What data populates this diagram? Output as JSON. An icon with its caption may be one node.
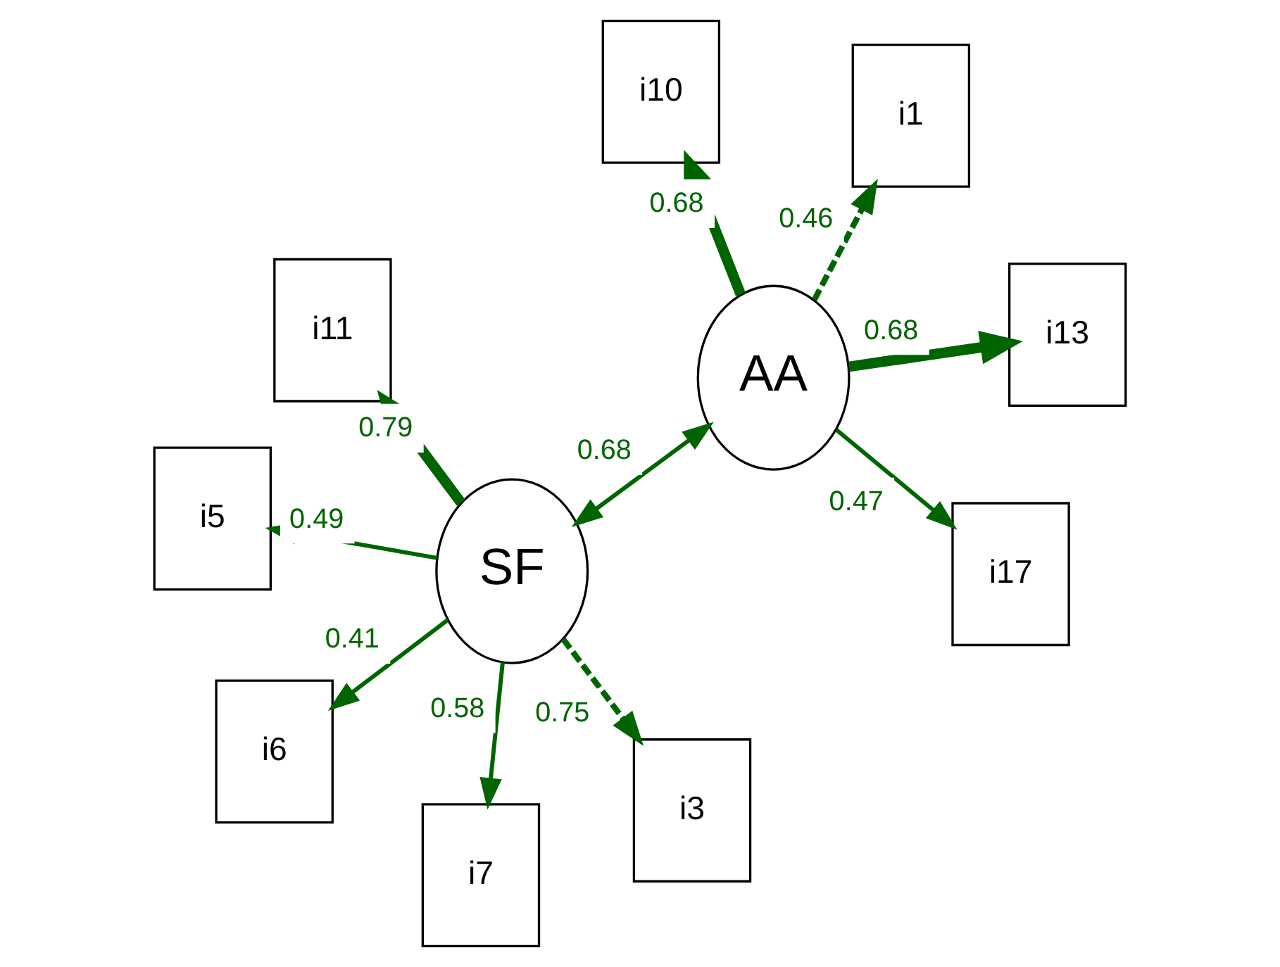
{
  "diagram": {
    "nodes": [
      {
        "text": [
          "i11"
        ]
      },
      {
        "text": [
          "i1"
        ]
      },
      {
        "text": [
          "i7"
        ]
      },
      {
        "text": [
          "i10"
        ]
      },
      {
        "text": [
          "SF"
        ]
      },
      {
        "text": [
          "AA"
        ]
      },
      {
        "text": [
          "i6"
        ]
      },
      {
        "text": [
          "i13"
        ]
      },
      {
        "text": [
          "i5"
        ]
      },
      {
        "text": [
          "i17"
        ]
      },
      {
        "text": [
          "i3"
        ]
      }
    ],
    "edges": [
      {
        "from": 4,
        "to": 0,
        "arrow": "to",
        "label": "0.79",
        "style": "thick"
      },
      {
        "from": 4,
        "to": 2,
        "arrow": "to",
        "label": "0.58"
      },
      {
        "from": 4,
        "to": 6,
        "arrow": "to",
        "label": "0.41"
      },
      {
        "from": 4,
        "to": 8,
        "arrow": "to",
        "label": "0.49"
      },
      {
        "from": 4,
        "to": 10,
        "arrow": "to",
        "label": "0.75",
        "style": "dashed"
      },
      {
        "from": 4,
        "to": 5,
        "arrow": "both",
        "label": "0.68"
      },
      {
        "from": 5,
        "to": 1,
        "arrow": "to",
        "label": "0.46",
        "style": "dashed"
      },
      {
        "from": 5,
        "to": 3,
        "arrow": "to",
        "label": "0.68",
        "style": "thick"
      },
      {
        "from": 5,
        "to": 7,
        "arrow": "to",
        "label": "0.68",
        "style": "thick"
      },
      {
        "from": 5,
        "to": 9,
        "arrow": "to",
        "label": "0.47"
      }
    ]
  }
}
